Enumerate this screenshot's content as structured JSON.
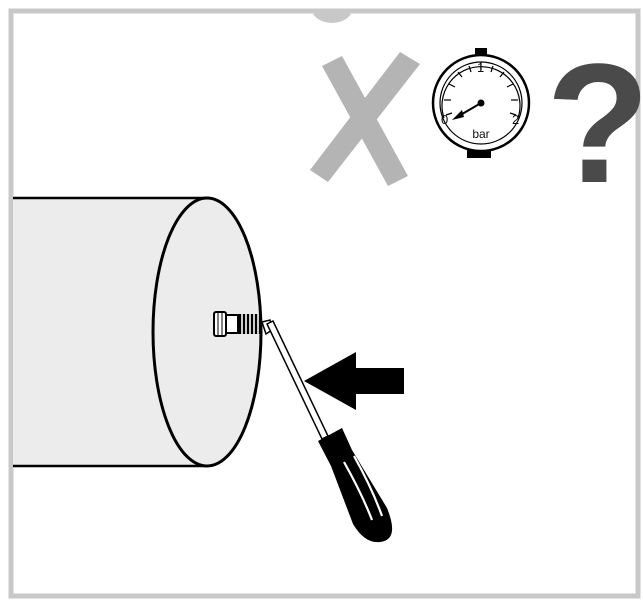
{
  "gauge": {
    "tick_0": "0",
    "tick_1": "1",
    "tick_2": "2",
    "unit": "bar"
  },
  "question_mark": "?",
  "colors": {
    "frame": "#c8c8c8",
    "cross": "#b4b4b4",
    "question": "#4a4a4a",
    "cylinder_fill": "#ececec",
    "outline": "#000000"
  }
}
